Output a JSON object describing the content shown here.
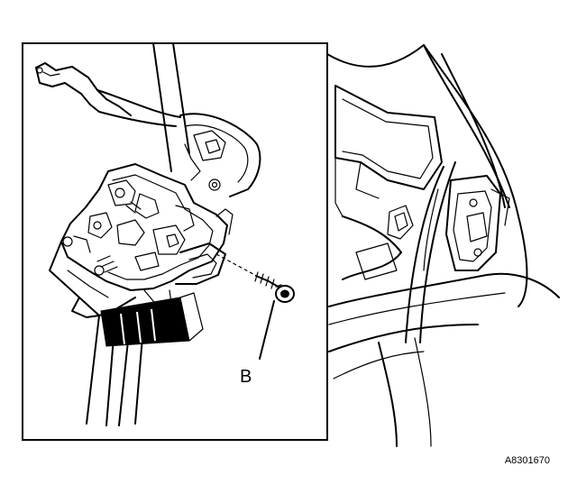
{
  "callout": {
    "label": "B"
  },
  "reference_code": "A8301670",
  "icons": {
    "door_latch": "door-latch-assembly",
    "fastener": "screw-icon",
    "vehicle_body": "rear-door-opening"
  },
  "colors": {
    "line": "#000000",
    "background": "#ffffff"
  }
}
